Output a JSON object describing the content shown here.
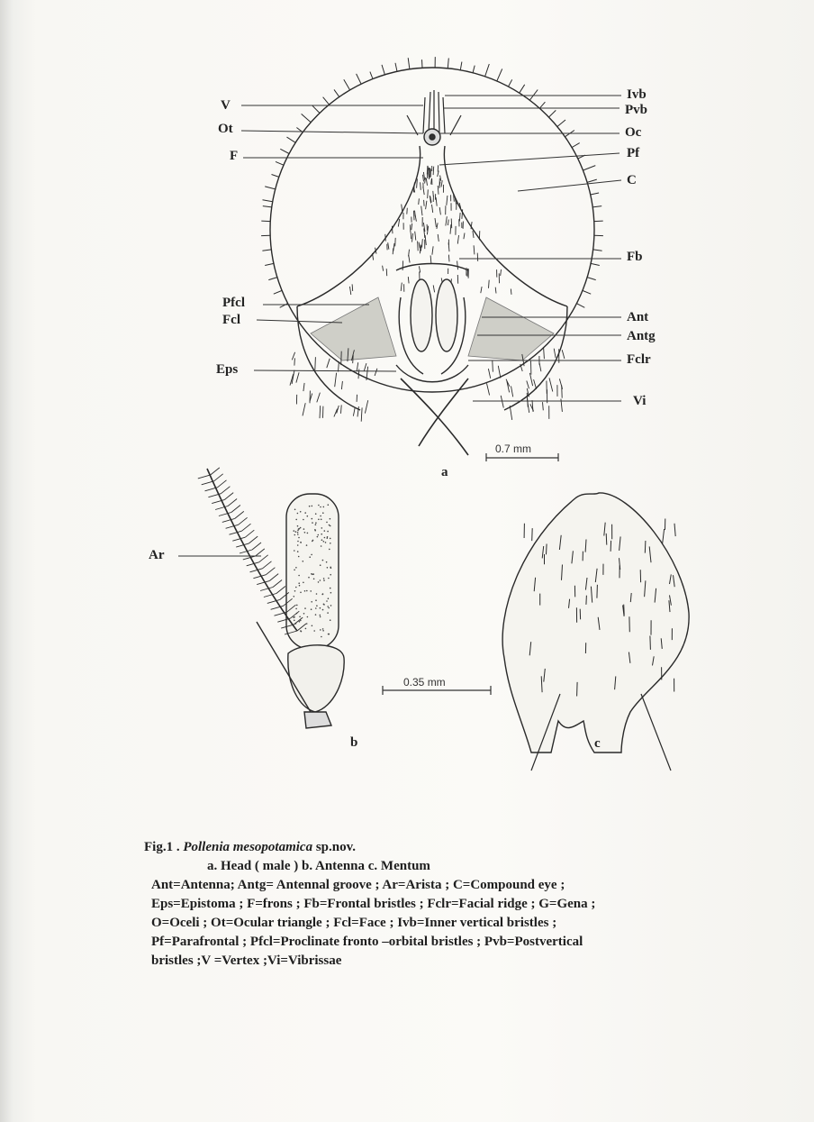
{
  "head": {
    "labels": {
      "v": "V",
      "ot": "Ot",
      "f": "F",
      "ivb": "Ivb",
      "pvb": "Pvb",
      "oc": "Oc",
      "pf": "Pf",
      "c": "C",
      "fb": "Fb",
      "pfcl": "Pfcl",
      "fcl": "Fcl",
      "ant": "Ant",
      "antg": "Antg",
      "fclr": "Fclr",
      "eps": "Eps",
      "vi": "Vi"
    },
    "scale": "0.7 mm",
    "sublabel": "a"
  },
  "antenna": {
    "labels": {
      "ar": "Ar"
    },
    "scale": "0.35 mm",
    "sublabel": "b"
  },
  "mentum": {
    "sublabel": "c"
  },
  "caption": {
    "fig_number": "Fig.1 .",
    "species": "Pollenia mesopotamica",
    "sp_nov": "sp.nov.",
    "parts": "a. Head ( male )  b. Antenna    c. Mentum",
    "key_lines": [
      "Ant=Antenna; Antg= Antennal groove ; Ar=Arista ; C=Compound eye ;",
      "Eps=Epistoma ; F=frons ; Fb=Frontal bristles ; Fclr=Facial ridge ; G=Gena ;",
      "O=Oceli ; Ot=Ocular triangle ; Fcl=Face ; Ivb=Inner vertical  bristles ;",
      "Pf=Parafrontal ; Pfcl=Proclinate fronto –orbital bristles ; Pvb=Postvertical",
      "bristles ;V =Vertex ;Vi=Vibrissae"
    ]
  }
}
